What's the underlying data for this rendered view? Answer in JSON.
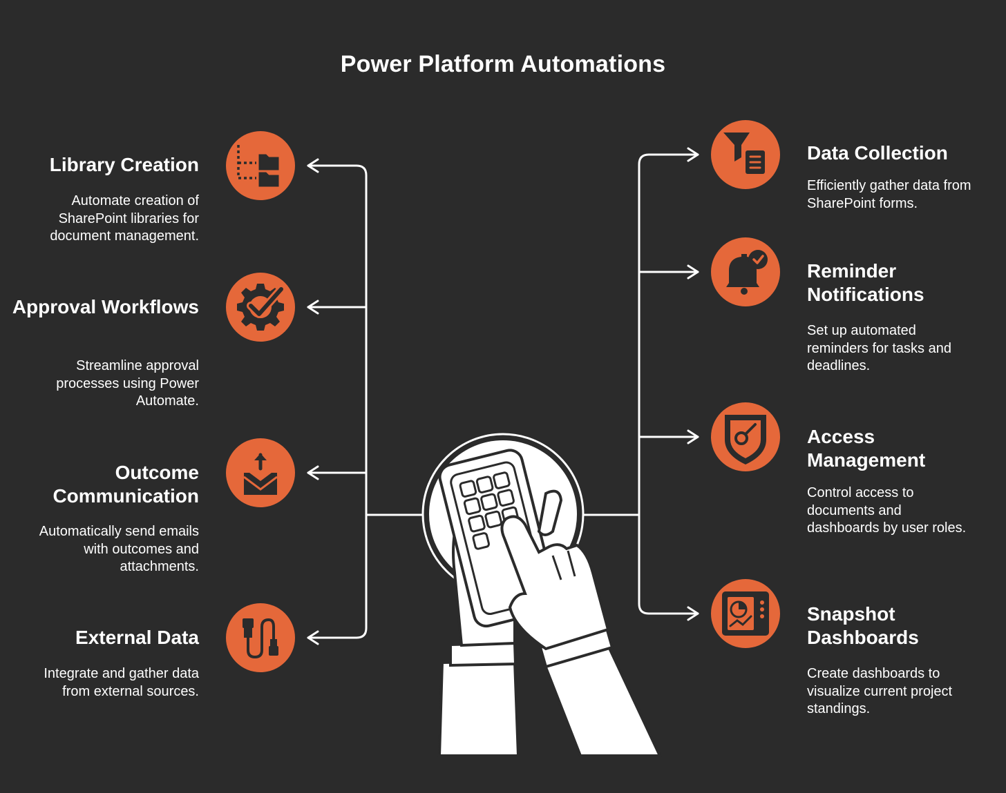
{
  "title": "Power Platform Automations",
  "colors": {
    "background": "#2b2b2b",
    "accent": "#e5683a",
    "foreground": "#ffffff"
  },
  "left_items": [
    {
      "title": "Library Creation",
      "description": "Automate creation of SharePoint libraries for document management.",
      "icon": "folder-hierarchy-icon"
    },
    {
      "title": "Approval Workflows",
      "description": "Streamline approval processes using Power Automate.",
      "icon": "gear-check-icon"
    },
    {
      "title": "Outcome Communication",
      "description": "Automatically send emails with outcomes and attachments.",
      "icon": "mail-upload-icon"
    },
    {
      "title": "External Data",
      "description": "Integrate and gather data from external sources.",
      "icon": "cable-connector-icon"
    }
  ],
  "right_items": [
    {
      "title": "Data Collection",
      "description": "Efficiently gather data from SharePoint forms.",
      "icon": "funnel-form-icon"
    },
    {
      "title": "Reminder Notifications",
      "description": "Set up automated reminders for tasks and deadlines.",
      "icon": "bell-check-icon"
    },
    {
      "title": "Access Management",
      "description": "Control access to documents and dashboards by user roles.",
      "icon": "shield-key-icon"
    },
    {
      "title": "Snapshot Dashboards",
      "description": "Create dashboards to visualize current project standings.",
      "icon": "dashboard-chart-icon"
    }
  ],
  "center_icon": "hands-tablet-icon"
}
